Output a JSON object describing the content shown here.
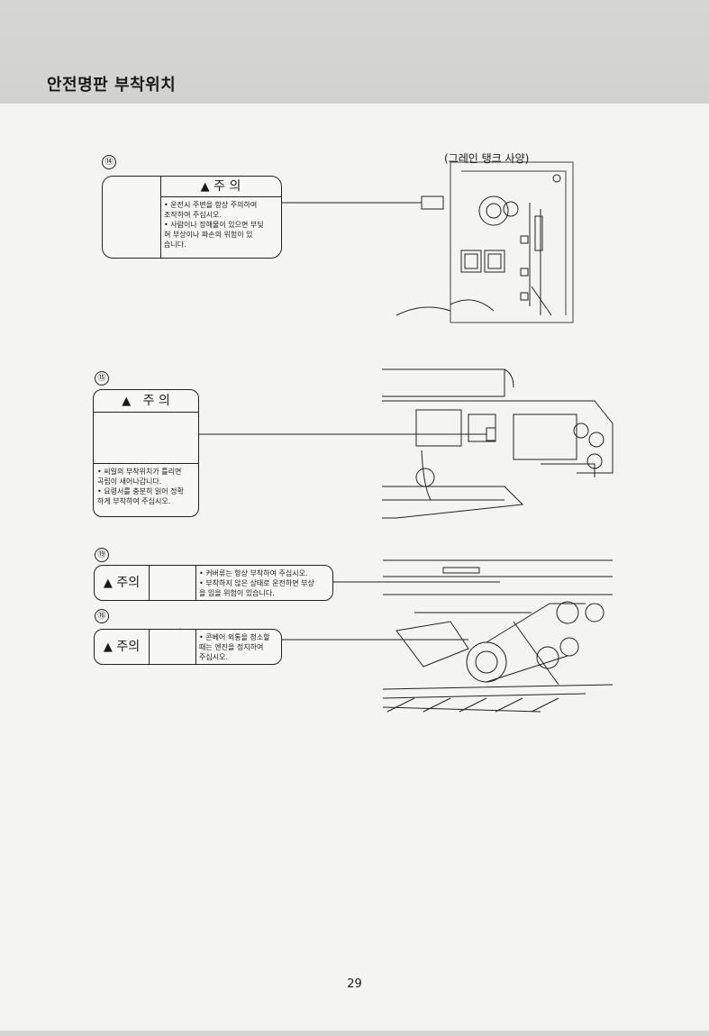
{
  "header": {
    "title": "안전명판 부착위치"
  },
  "labels": {
    "l14": {
      "number": "⑭",
      "heading": "주 의",
      "lines": [
        "• 운전시 주변을 항상 주의하여",
        "조작하여 주십시오.",
        "• 사람이나 장해물이 있으면 부딪",
        "혀 부상이나 파손의 위험이 있",
        "습니다."
      ],
      "caption": "(그레인 탱크 사양)"
    },
    "l15": {
      "number": "⑮",
      "heading": "주 의",
      "lines": [
        "• 씨일의 부착위치가 틀리면",
        "곡립이 새어나갑니다.",
        "• 요령서를 충분히 읽어 정확",
        "하게 부착하여 주십시오."
      ]
    },
    "l19": {
      "number": "⑲",
      "heading": "주의",
      "lines": [
        "• 커버류는 항상 부착하여 주십시오.",
        "• 부착하지 않은 상태로 운전하면 부상",
        "을 입을 위험이 있습니다."
      ]
    },
    "l16": {
      "number": "⑯",
      "heading": "주의",
      "lines": [
        "• 콘베어 외통을 청소할",
        "때는 엔진을 정지하여",
        "주십시오."
      ]
    }
  },
  "footer": {
    "page_number": "29"
  }
}
